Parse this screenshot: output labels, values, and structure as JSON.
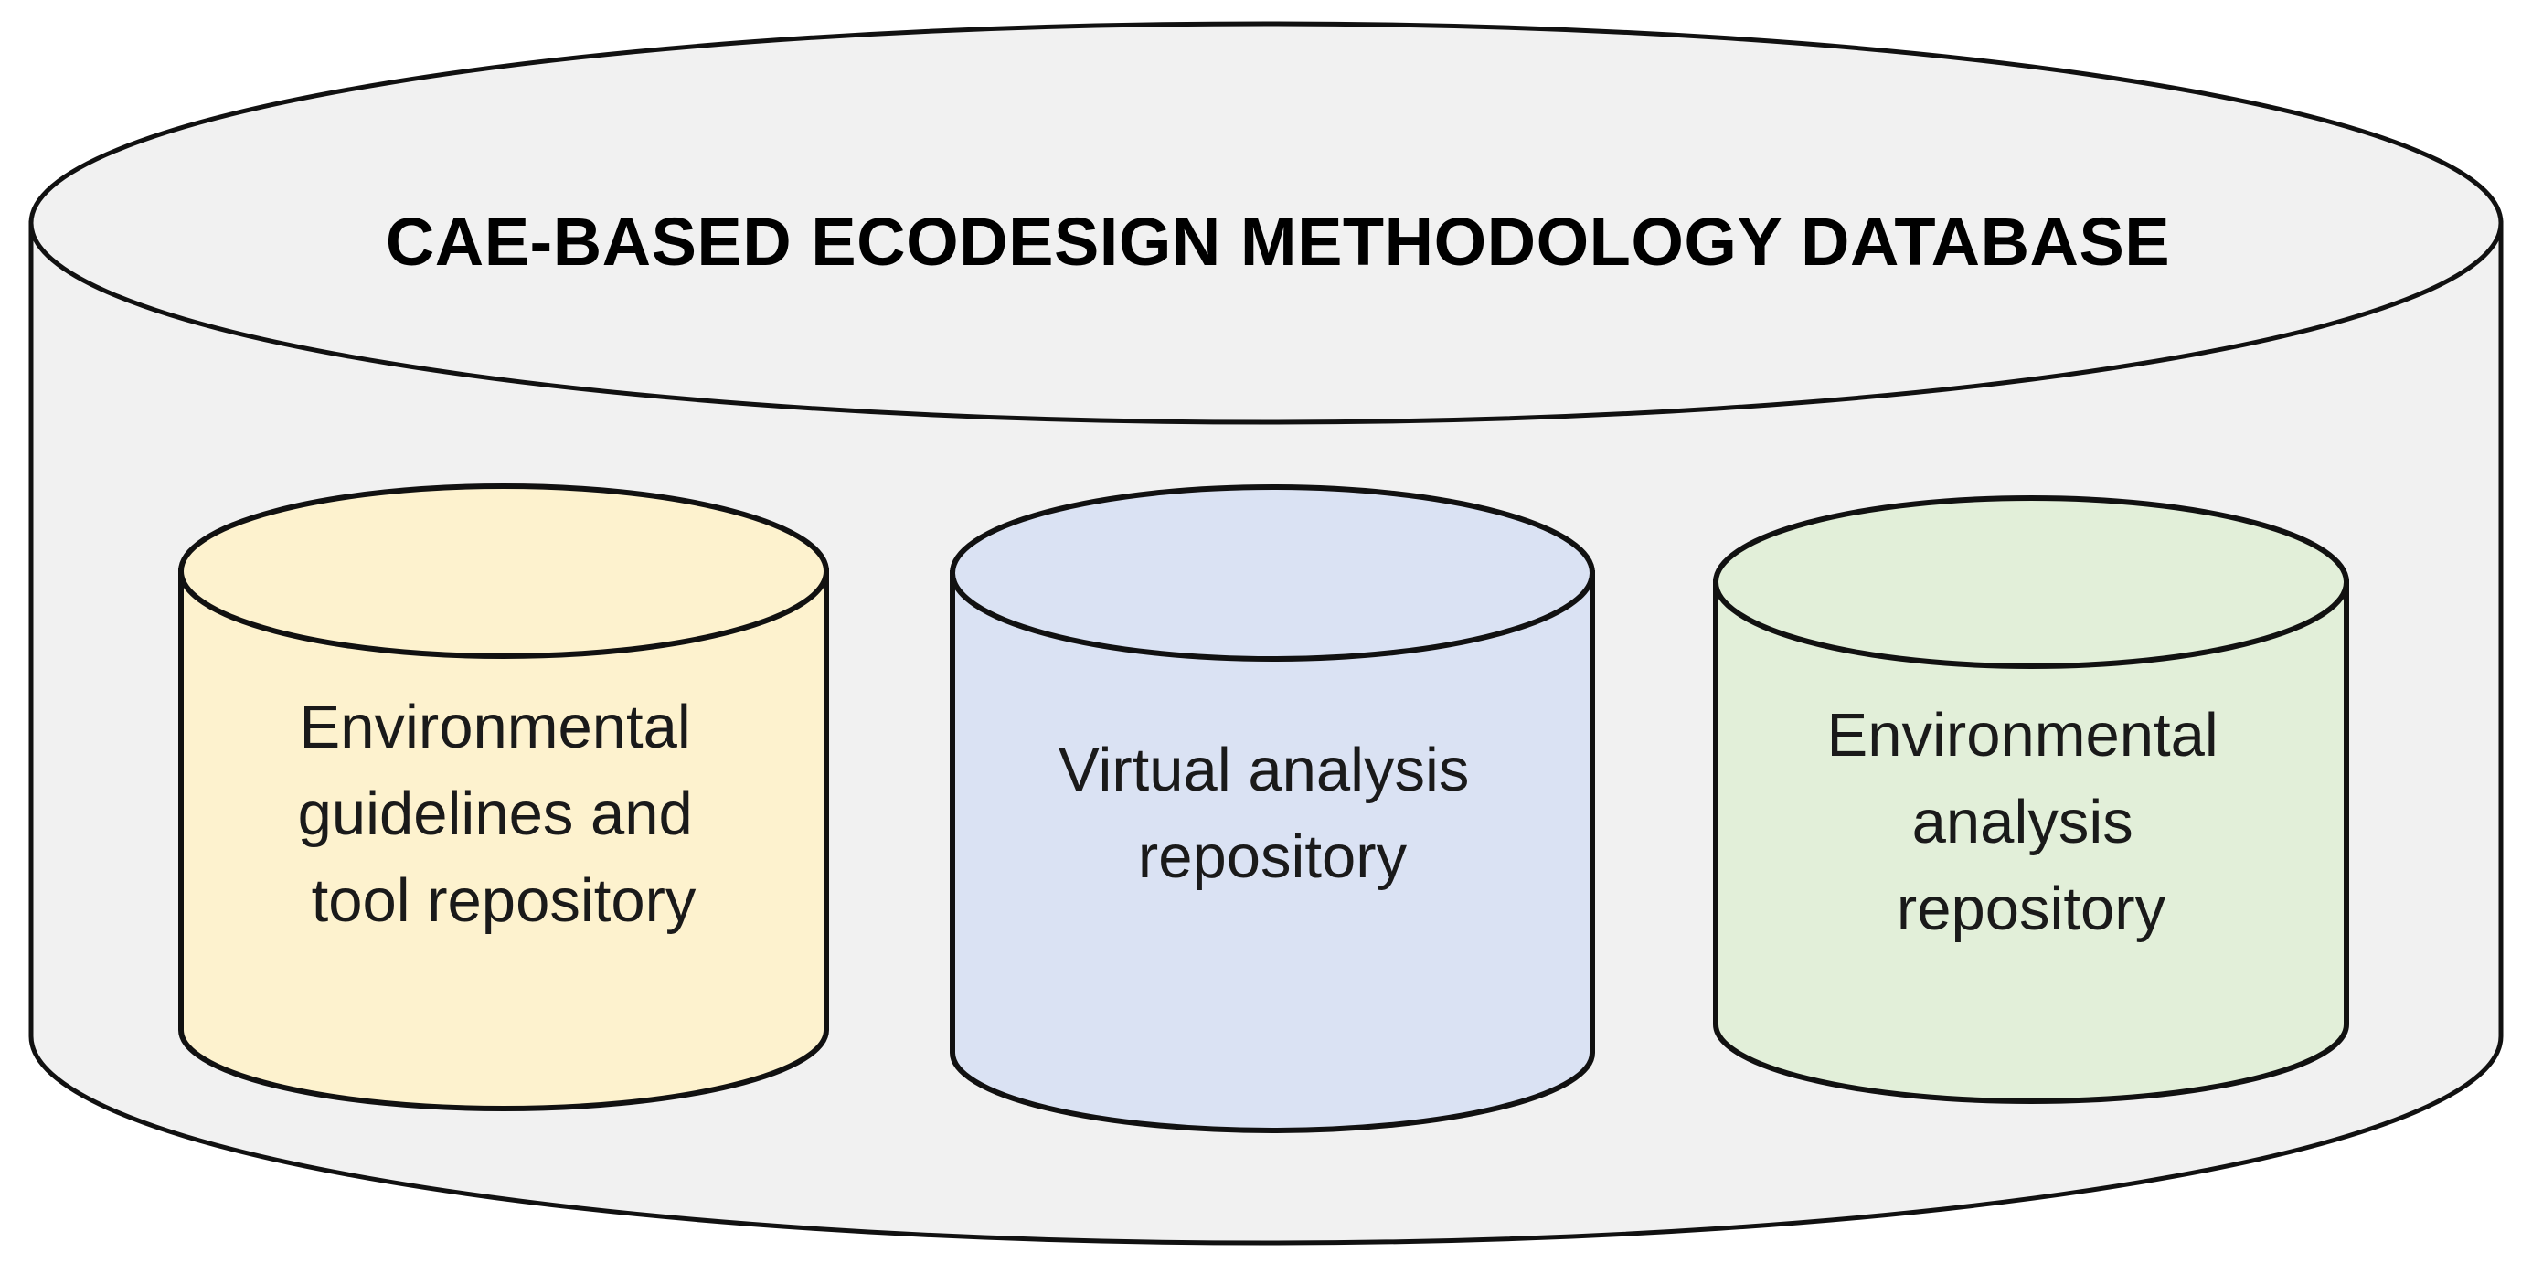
{
  "diagram": {
    "type": "layered-cylinder-database-diagram",
    "title": "CAE-BASED ECODESIGN METHODOLOGY DATABASE",
    "outer": {
      "name": "cae-based-ecodesign-methodology-database",
      "fill": "#F1F1F1",
      "stroke": "#111111"
    },
    "repositories": [
      {
        "id": "environmental-guidelines-and-tool-repository",
        "lines": [
          "Environmental",
          "guidelines and",
          "tool repository"
        ],
        "fill": "#FDF2CE",
        "stroke": "#111111"
      },
      {
        "id": "virtual-analysis-repository",
        "lines": [
          "Virtual analysis",
          "repository"
        ],
        "fill": "#DAE2F3",
        "stroke": "#111111"
      },
      {
        "id": "environmental-analysis-repository",
        "lines": [
          "Environmental",
          "analysis",
          "repository"
        ],
        "fill": "#E2EFD9",
        "stroke": "#111111"
      }
    ],
    "background": "#FFFFFF"
  }
}
